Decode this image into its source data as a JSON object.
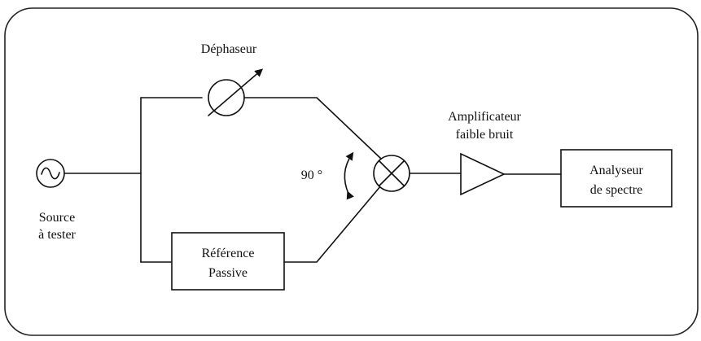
{
  "labels": {
    "dephaseur": "Déphaseur",
    "amplificateur_line1": "Amplificateur",
    "amplificateur_line2": "faible bruit",
    "source_line1": "Source",
    "source_line2": "à tester",
    "reference_line1": "Référence",
    "reference_line2": "Passive",
    "analyseur_line1": "Analyseur",
    "analyseur_line2": "de spectre",
    "angle": "90 °"
  }
}
